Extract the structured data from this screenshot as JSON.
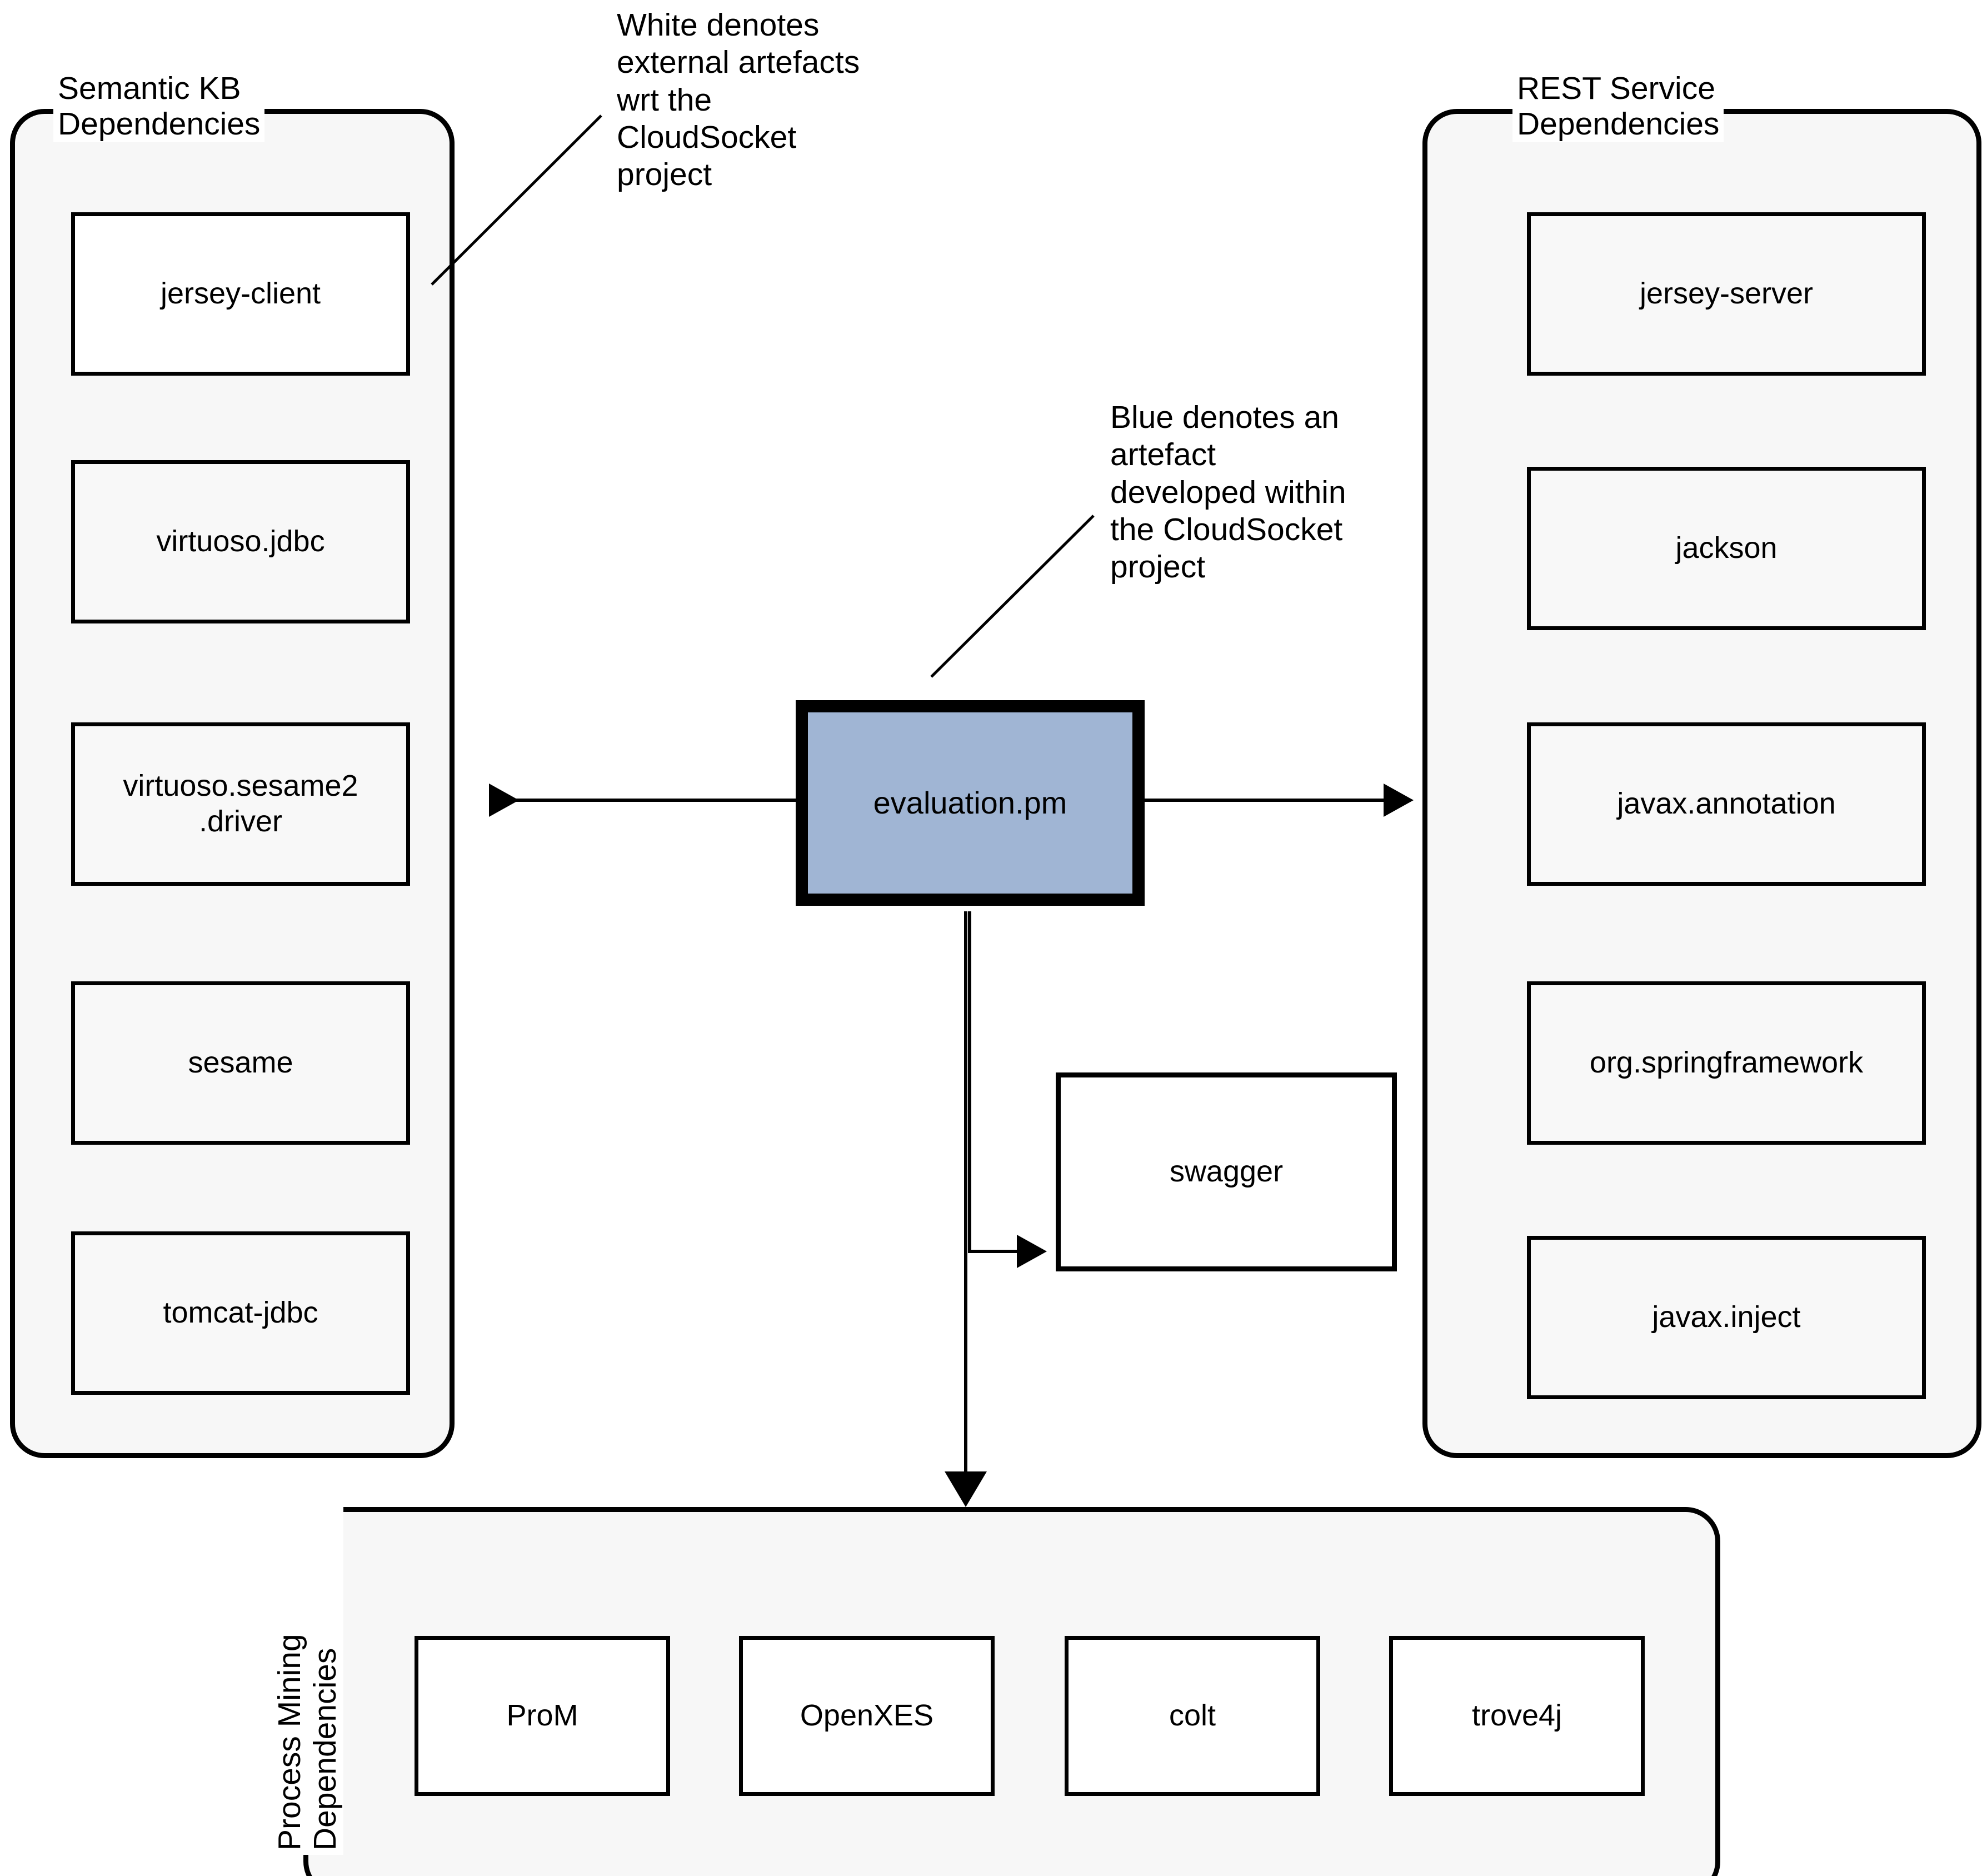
{
  "diagram": {
    "title_hidden": "CloudSocket evaluation.pm dependency overview",
    "colors": {
      "panel_fill": "#f7f7f7",
      "panel_stroke": "#000000",
      "box_fill": "#ffffff",
      "box_stroke": "#000000",
      "central_fill": "#a0b5d4",
      "background": "#ffffff"
    }
  },
  "legend": {
    "white_note": "White denotes\nexternal artefacts\nwrt the\nCloudSocket\nproject",
    "blue_note": "Blue denotes an\nartefact\ndeveloped within\nthe CloudSocket\nproject"
  },
  "central": {
    "label": "evaluation.pm"
  },
  "standalone": {
    "swagger": "swagger"
  },
  "groups": {
    "semantic_kb": {
      "title": "Semantic KB\nDependencies",
      "items": [
        {
          "label": "jersey-client"
        },
        {
          "label": "virtuoso.jdbc"
        },
        {
          "label": "virtuoso.sesame2\n.driver"
        },
        {
          "label": "sesame"
        },
        {
          "label": "tomcat-jdbc"
        }
      ]
    },
    "rest_service": {
      "title": "REST Service\nDependencies",
      "items": [
        {
          "label": "jersey-server"
        },
        {
          "label": "jackson"
        },
        {
          "label": "javax.annotation"
        },
        {
          "label": "org.springframework"
        },
        {
          "label": "javax.inject"
        }
      ]
    },
    "process_mining": {
      "title": "Process Mining\nDependencies",
      "items": [
        {
          "label": "ProM"
        },
        {
          "label": "OpenXES"
        },
        {
          "label": "colt"
        },
        {
          "label": "trove4j"
        }
      ]
    }
  },
  "connections": [
    {
      "from": "evaluation.pm",
      "to": "Semantic KB Dependencies",
      "direction": "left"
    },
    {
      "from": "evaluation.pm",
      "to": "REST Service Dependencies",
      "direction": "right"
    },
    {
      "from": "evaluation.pm",
      "to": "swagger",
      "direction": "right-branch"
    },
    {
      "from": "evaluation.pm",
      "to": "Process Mining Dependencies",
      "direction": "down"
    }
  ]
}
